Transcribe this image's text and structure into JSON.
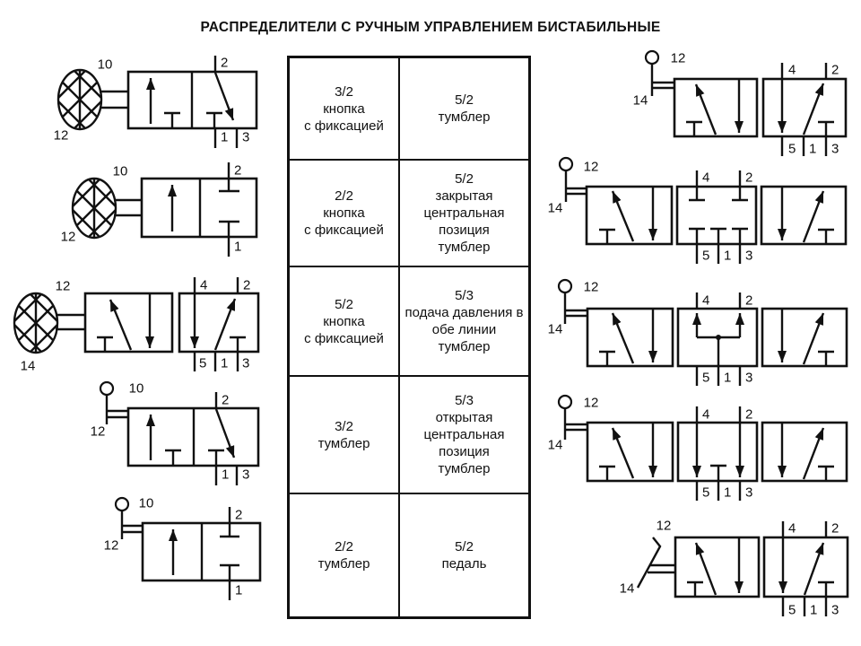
{
  "title": "РАСПРЕДЕЛИТЕЛИ С РУЧНЫМ УПРАВЛЕНИЕМ БИСТАБИЛЬНЫЕ",
  "table": {
    "rows": [
      {
        "left": "3/2\nкнопка\nс фиксацией",
        "right": "5/2\nтумблер"
      },
      {
        "left": "2/2\nкнопка\nс фиксацией",
        "right": "5/2\nзакрытая\nцентральная\nпозиция\nтумблер"
      },
      {
        "left": "5/2\nкнопка\nс фиксацией",
        "right": "5/3\nподача давления в\nобе линии\nтумблер"
      },
      {
        "left": "3/2\nтумблер",
        "right": "5/3\nоткрытая\nцентральная\nпозиция\nтумблер"
      },
      {
        "left": "2/2\nтумблер",
        "right": "5/2\nпедаль"
      }
    ]
  },
  "valves": {
    "l1": {
      "actuator_top": "10",
      "actuator_side": "12",
      "ports_top": [
        "2"
      ],
      "ports_bottom": [
        "1",
        "3"
      ]
    },
    "l2": {
      "actuator_top": "10",
      "actuator_side": "12",
      "ports_top": [
        "2"
      ],
      "ports_bottom": [
        "1"
      ]
    },
    "l3": {
      "actuator_top": "12",
      "actuator_side": "14",
      "ports_top": [
        "4",
        "2"
      ],
      "ports_bottom": [
        "5",
        "1",
        "3"
      ]
    },
    "l4": {
      "actuator_top": "10",
      "actuator_side": "12",
      "ports_top": [
        "2"
      ],
      "ports_bottom": [
        "1",
        "3"
      ]
    },
    "l5": {
      "actuator_top": "10",
      "actuator_side": "12",
      "ports_top": [
        "2"
      ],
      "ports_bottom": [
        "1"
      ]
    },
    "r1": {
      "actuator_top": "12",
      "actuator_side": "14",
      "ports_top": [
        "4",
        "2"
      ],
      "ports_bottom": [
        "5",
        "1",
        "3"
      ]
    },
    "r2": {
      "actuator_top": "12",
      "actuator_side": "14",
      "ports_top": [
        "4",
        "2"
      ],
      "ports_bottom": [
        "5",
        "1",
        "3"
      ]
    },
    "r3": {
      "actuator_top": "12",
      "actuator_side": "14",
      "ports_top": [
        "4",
        "2"
      ],
      "ports_bottom": [
        "5",
        "1",
        "3"
      ]
    },
    "r4": {
      "actuator_top": "12",
      "actuator_side": "14",
      "ports_top": [
        "4",
        "2"
      ],
      "ports_bottom": [
        "5",
        "1",
        "3"
      ]
    },
    "r5": {
      "actuator_top": "12",
      "actuator_side": "14",
      "ports_top": [
        "4",
        "2"
      ],
      "ports_bottom": [
        "5",
        "1",
        "3"
      ]
    }
  },
  "colors": {
    "ink": "#111111",
    "background": "#ffffff"
  }
}
